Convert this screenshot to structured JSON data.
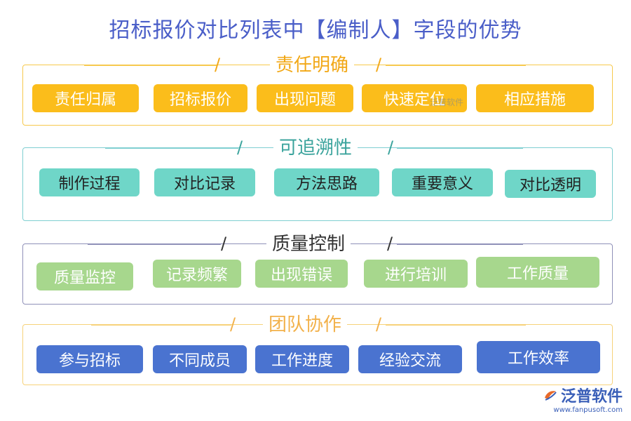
{
  "title": "招标报价对比列表中【编制人】字段的优势",
  "sections": [
    {
      "heading": "责任明确",
      "items": [
        "责任归属",
        "招标报价",
        "出现问题",
        "快速定位",
        "相应措施"
      ]
    },
    {
      "heading": "可追溯性",
      "items": [
        "制作过程",
        "对比记录",
        "方法思路",
        "重要意义",
        "对比透明"
      ]
    },
    {
      "heading": "质量控制",
      "items": [
        "质量监控",
        "记录频繁",
        "出现错误",
        "进行培训",
        "工作质量"
      ]
    },
    {
      "heading": "团队协作",
      "items": [
        "参与招标",
        "不同成员",
        "工作进度",
        "经验交流",
        "工作效率"
      ]
    }
  ],
  "logo": {
    "brand": "泛普软件",
    "url": "www.fanpusoft.com"
  },
  "watermark": "泛普软件",
  "colors": {
    "title": "#4a5ec8",
    "section1": "#fbbd1b",
    "section2": "#6fd6c8",
    "section3": "#a7d78d",
    "section4": "#4a73d0"
  }
}
